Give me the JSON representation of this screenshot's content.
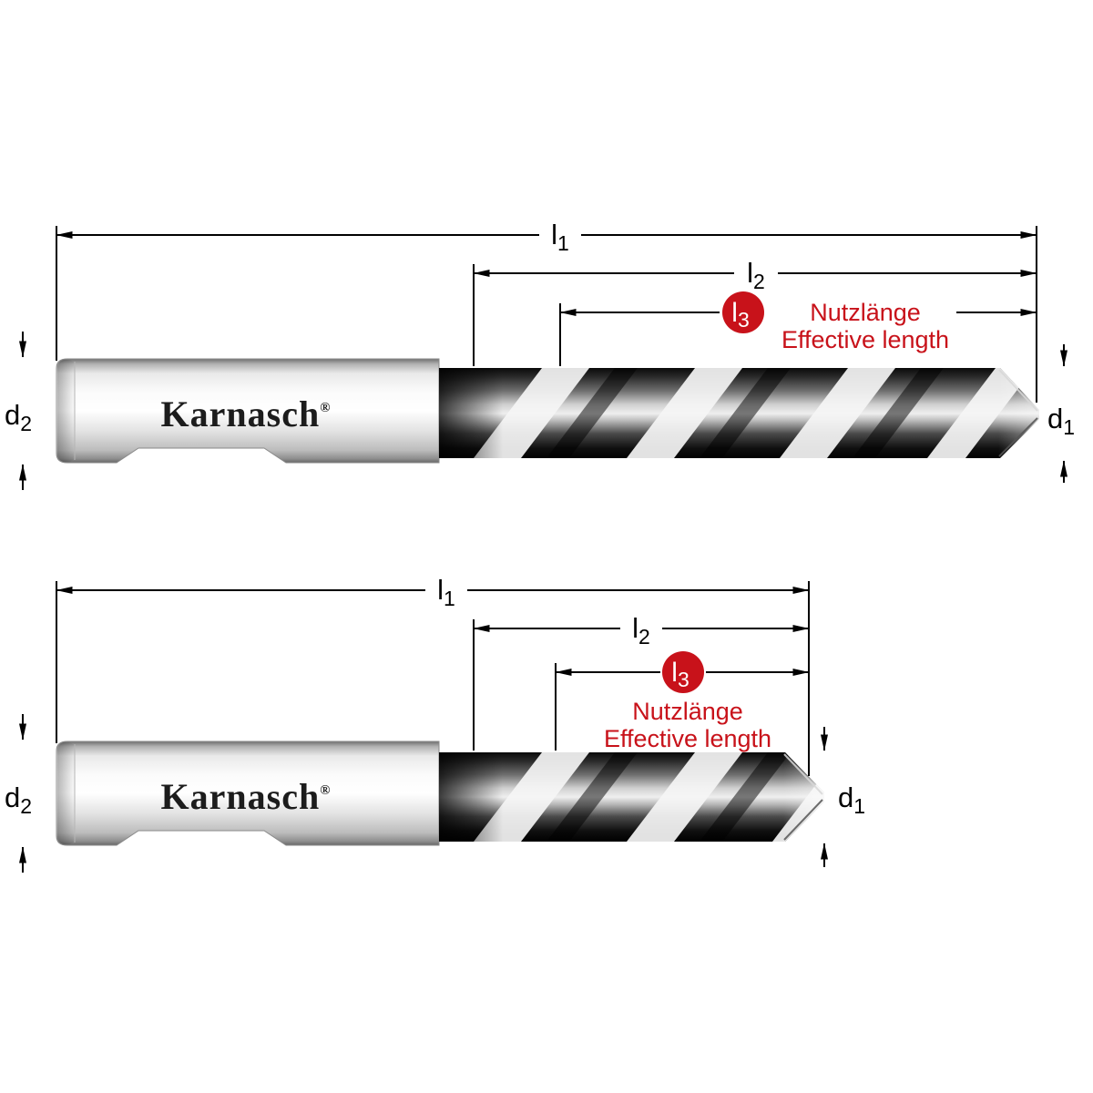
{
  "colors": {
    "accent_red": "#c8121a",
    "line_black": "#000000"
  },
  "brand": {
    "name": "Karnasch",
    "registered": "®"
  },
  "labels": {
    "l1": {
      "base": "l",
      "sub": "1"
    },
    "l2": {
      "base": "l",
      "sub": "2"
    },
    "l3": {
      "base": "l",
      "sub": "3"
    },
    "d1": {
      "base": "d",
      "sub": "1"
    },
    "d2": {
      "base": "d",
      "sub": "2"
    }
  },
  "annotations": {
    "nutzlaenge": "Nutzlänge",
    "effective_length": "Effective length"
  }
}
